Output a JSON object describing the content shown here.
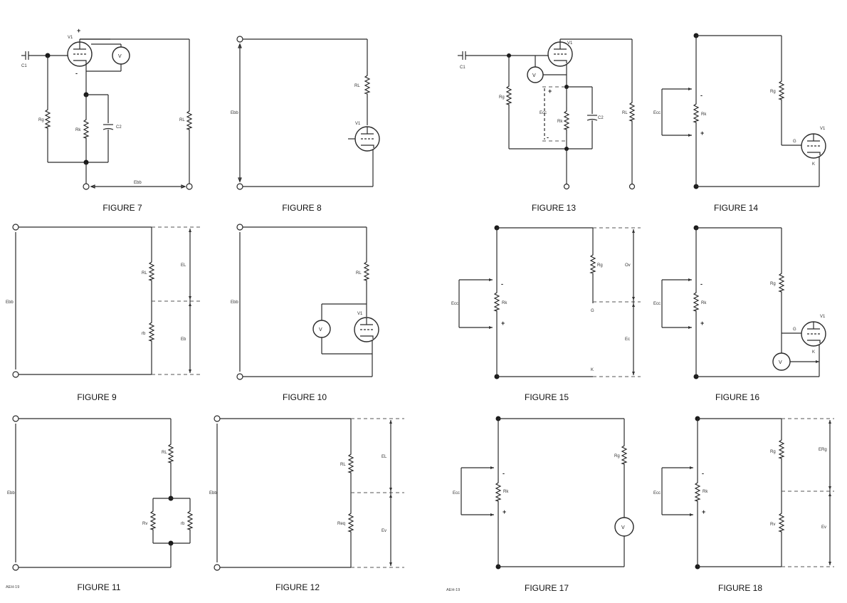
{
  "figures": {
    "f7": {
      "caption": "FIGURE 7",
      "labels": {
        "v": "V",
        "v1": "V1",
        "c1": "C1",
        "rg": "Rg",
        "rk": "Rk",
        "c2": "C2",
        "rl": "RL",
        "ebb": "Ebb"
      }
    },
    "f8": {
      "caption": "FIGURE 8",
      "labels": {
        "ebb": "Ebb",
        "rl": "RL",
        "v1": "V1"
      }
    },
    "f9": {
      "caption": "FIGURE 9",
      "labels": {
        "ebb": "Ebb",
        "rl": "RL",
        "rb": "rb",
        "el": "EL",
        "eb": "Eb"
      }
    },
    "f10": {
      "caption": "FIGURE 10",
      "labels": {
        "ebb": "Ebb",
        "rl": "RL",
        "v": "V",
        "v1": "V1"
      }
    },
    "f11": {
      "caption": "FIGURE 11",
      "labels": {
        "ebb": "Ebb",
        "rl": "RL",
        "rv": "Rv",
        "rb": "rb"
      }
    },
    "f12": {
      "caption": "FIGURE 12",
      "labels": {
        "ebb": "Ebb",
        "rl": "RL",
        "req": "Req",
        "el": "EL",
        "ev": "Ev"
      }
    },
    "f13": {
      "caption": "FIGURE 13",
      "labels": {
        "v": "V",
        "v1": "V1",
        "c1": "C1",
        "rg": "Rg",
        "ecc": "Ecc",
        "rk": "Rk",
        "c2": "C2",
        "rl": "RL"
      }
    },
    "f14": {
      "caption": "FIGURE 14",
      "labels": {
        "ecc": "Ecc",
        "rk": "Rk",
        "rg": "Rg",
        "v1": "V1",
        "g": "G",
        "k": "K"
      }
    },
    "f15": {
      "caption": "FIGURE 15",
      "labels": {
        "ecc": "Ecc",
        "rk": "Rk",
        "rg": "Rg",
        "ov": "Ov",
        "ec": "Ec",
        "g": "G",
        "k": "K"
      }
    },
    "f16": {
      "caption": "FIGURE 16",
      "labels": {
        "ecc": "Ecc",
        "rk": "Rk",
        "rg": "Rg",
        "v": "V",
        "v1": "V1",
        "g": "G",
        "k": "K"
      }
    },
    "f17": {
      "caption": "FIGURE 17",
      "labels": {
        "ecc": "Ecc",
        "rk": "Rk",
        "rg": "Rg",
        "v": "V"
      }
    },
    "f18": {
      "caption": "FIGURE 18",
      "labels": {
        "ecc": "Ecc",
        "rk": "Rk",
        "rg": "Rg",
        "rv": "Rv",
        "erg": "ERg",
        "ev": "Ev"
      }
    }
  },
  "page_codes": {
    "left": "AEH-19",
    "right": "AEH-19"
  },
  "symbols": {
    "plus": "+",
    "minus": "-"
  }
}
